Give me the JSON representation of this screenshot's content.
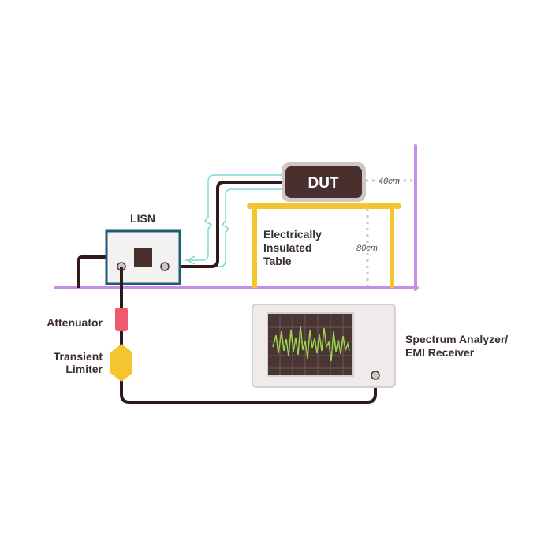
{
  "diagram": {
    "labels": {
      "lisn": "LISN",
      "dut": "DUT",
      "table_line1": "Electrically",
      "table_line2": "Insulated",
      "table_line3": "Table",
      "dist_horizontal": "40cm",
      "dist_vertical": "80cm",
      "attenuator": "Attenuator",
      "transient_line1": "Transient",
      "transient_line2": "Limiter",
      "analyzer_line1": "Spectrum Analyzer/",
      "analyzer_line2": "EMI Receiver"
    },
    "colors": {
      "wall": "#c58ee8",
      "cable": "#2e1a1a",
      "signal": "#7fd8d8",
      "lisn_border": "#1f5a77",
      "table": "#f2c531",
      "dut": "#4a2f2f",
      "attenuator": "#ef5a6e",
      "limiter": "#f5c52f",
      "waveform": "#9bd44a",
      "screen": "#4a3535"
    }
  }
}
